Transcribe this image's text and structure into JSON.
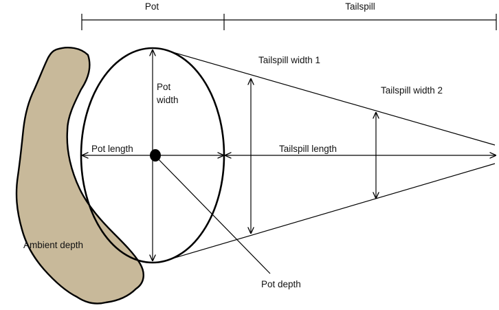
{
  "labels": {
    "pot": "Pot",
    "tailspill": "Tailspill",
    "tailspill_width_1": "Tailspill width 1",
    "tailspill_width_2": "Tailspill width 2",
    "pot_width_line1": "Pot",
    "pot_width_line2": "width",
    "pot_length": "Pot  length",
    "tailspill_length": "Tailspill length",
    "ambient_depth": "Ambient  depth",
    "pot_depth": "Pot  depth"
  },
  "colors": {
    "ambient_fill": "#c8b99a",
    "stroke": "#000000",
    "background": "#ffffff"
  }
}
